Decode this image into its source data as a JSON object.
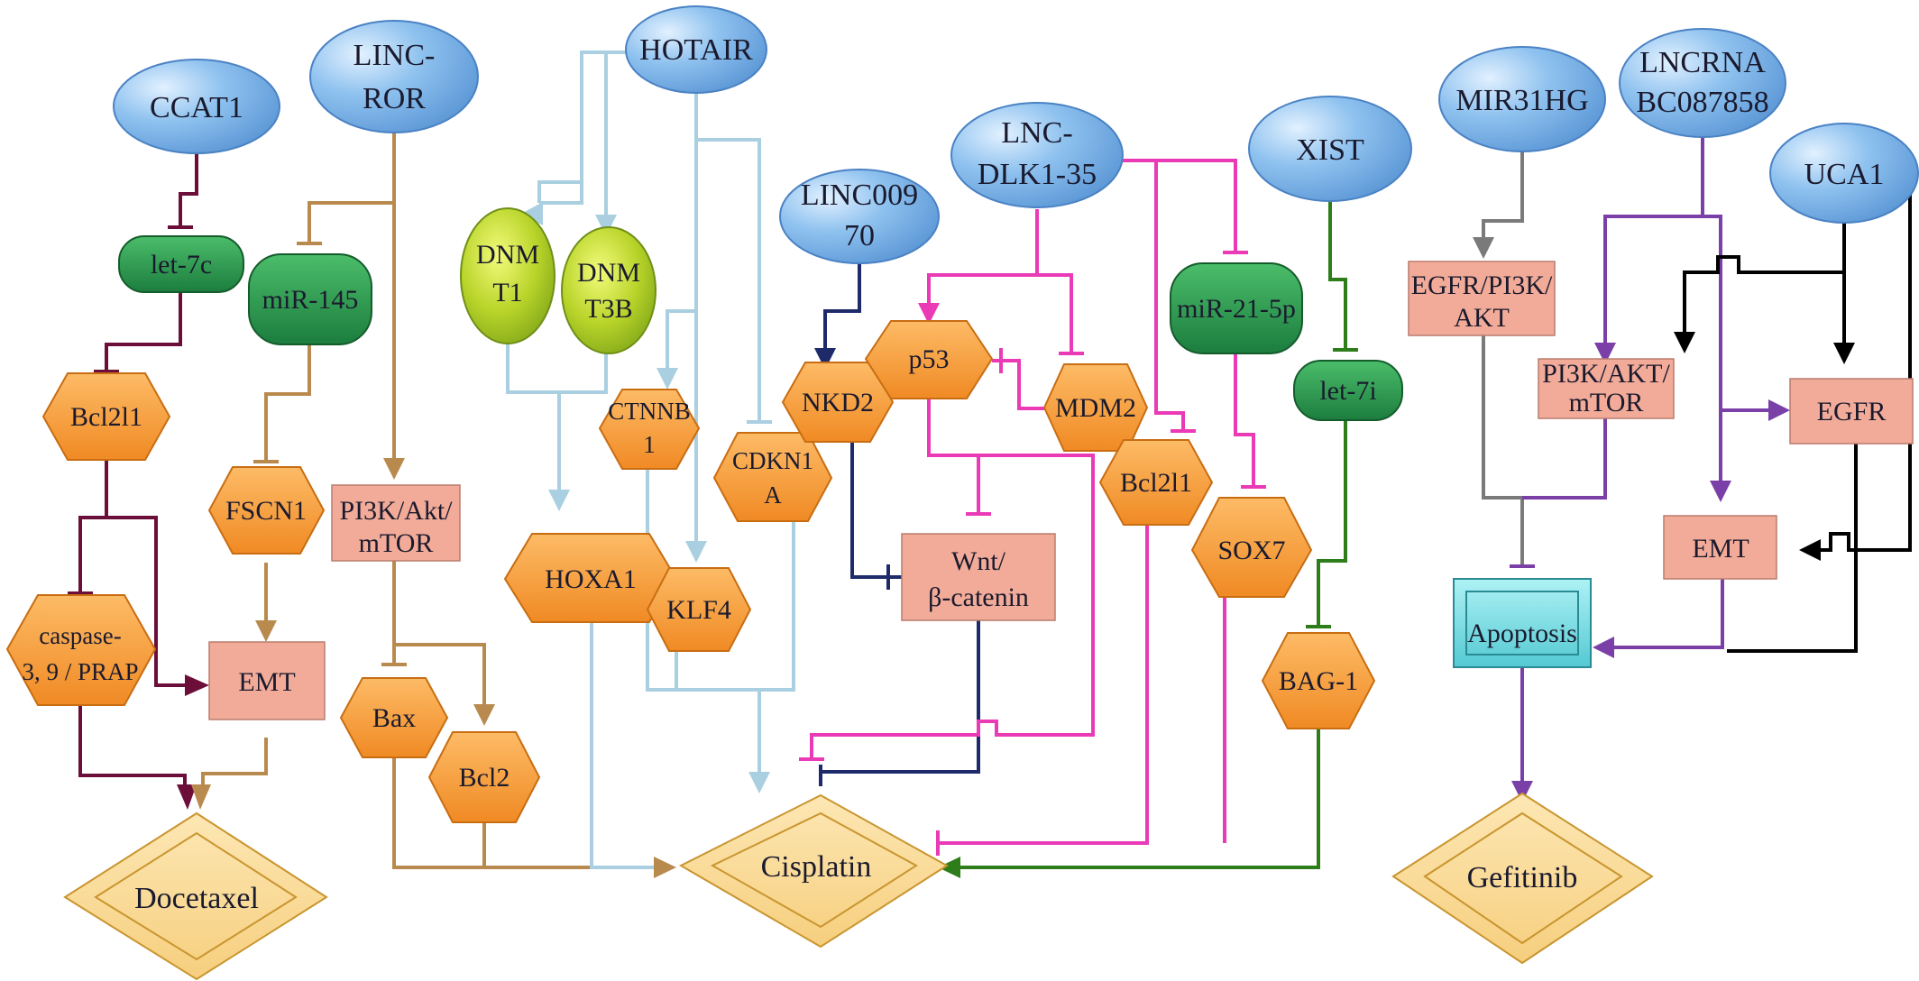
{
  "colors": {
    "ccat1": "#6b0f3a",
    "ror": "#b98a4e",
    "hotair": "#a9cfe0",
    "linc970": "#1f2a6b",
    "dlk": "#ea3ab6",
    "xist": "#2e7d1b",
    "mir31": "#7a7a7a",
    "bc": "#7b3fa8",
    "uca1": "#000000"
  },
  "nodes": {
    "ccat1": {
      "lines": [
        "CCAT1"
      ],
      "shape": "lncrna"
    },
    "linc_ror": {
      "lines": [
        "LINC-",
        "ROR"
      ],
      "shape": "lncrna"
    },
    "hotair": {
      "lines": [
        "HOTAIR"
      ],
      "shape": "lncrna"
    },
    "linc00970": {
      "lines": [
        "LINC009",
        "70"
      ],
      "shape": "lncrna"
    },
    "lnc_dlk1": {
      "lines": [
        "LNC-",
        "DLK1-35"
      ],
      "shape": "lncrna"
    },
    "xist": {
      "lines": [
        "XIST"
      ],
      "shape": "lncrna"
    },
    "mir31hg": {
      "lines": [
        "MIR31HG"
      ],
      "shape": "lncrna"
    },
    "lncrna_bc": {
      "lines": [
        "LNCRNA",
        "BC087858"
      ],
      "shape": "lncrna"
    },
    "uca1": {
      "lines": [
        "UCA1"
      ],
      "shape": "lncrna"
    },
    "let7c": {
      "lines": [
        "let-7c"
      ],
      "shape": "mirna"
    },
    "mir145": {
      "lines": [
        "miR-145"
      ],
      "shape": "mirna"
    },
    "mir21": {
      "lines": [
        "miR-21-5p"
      ],
      "shape": "mirna"
    },
    "let7i": {
      "lines": [
        "let-7i"
      ],
      "shape": "mirna"
    },
    "dnmt1": {
      "lines": [
        "DNM",
        "T1"
      ],
      "shape": "enzyme"
    },
    "dnmt3b": {
      "lines": [
        "DNM",
        "T3B"
      ],
      "shape": "enzyme"
    },
    "bcl2l1_a": {
      "lines": [
        "Bcl2l1"
      ],
      "shape": "gene"
    },
    "fscn1": {
      "lines": [
        "FSCN1"
      ],
      "shape": "gene"
    },
    "caspase": {
      "lines": [
        "caspase-",
        "3, 9 / PRAP"
      ],
      "shape": "gene"
    },
    "bax": {
      "lines": [
        "Bax"
      ],
      "shape": "gene"
    },
    "bcl2": {
      "lines": [
        "Bcl2"
      ],
      "shape": "gene"
    },
    "ctnnb1": {
      "lines": [
        "CTNNB",
        "1"
      ],
      "shape": "gene"
    },
    "hoxa1": {
      "lines": [
        "HOXA1"
      ],
      "shape": "gene"
    },
    "klf4": {
      "lines": [
        "KLF4"
      ],
      "shape": "gene"
    },
    "cdkn1a": {
      "lines": [
        "CDKN1",
        "A"
      ],
      "shape": "gene"
    },
    "nkd2": {
      "lines": [
        "NKD2"
      ],
      "shape": "gene"
    },
    "p53": {
      "lines": [
        "p53"
      ],
      "shape": "gene"
    },
    "mdm2": {
      "lines": [
        "MDM2"
      ],
      "shape": "gene"
    },
    "bcl2l1_b": {
      "lines": [
        "Bcl2l1"
      ],
      "shape": "gene"
    },
    "sox7": {
      "lines": [
        "SOX7"
      ],
      "shape": "gene"
    },
    "bag1": {
      "lines": [
        "BAG-1"
      ],
      "shape": "gene"
    },
    "emt_a": {
      "lines": [
        "EMT"
      ],
      "shape": "process"
    },
    "pi3k_a": {
      "lines": [
        "PI3K/Akt/",
        "mTOR"
      ],
      "shape": "process"
    },
    "wnt": {
      "lines": [
        "Wnt/",
        "β-catenin"
      ],
      "shape": "process"
    },
    "egfr_pi3k": {
      "lines": [
        "EGFR/PI3K/",
        "AKT"
      ],
      "shape": "process"
    },
    "pi3k_b": {
      "lines": [
        "PI3K/AKT/",
        "mTOR"
      ],
      "shape": "process"
    },
    "egfr": {
      "lines": [
        "EGFR"
      ],
      "shape": "process"
    },
    "emt_b": {
      "lines": [
        "EMT"
      ],
      "shape": "process"
    },
    "apoptosis": {
      "lines": [
        "Apoptosis"
      ],
      "shape": "outcome"
    },
    "docetaxel": {
      "lines": [
        "Docetaxel"
      ],
      "shape": "drug"
    },
    "cisplatin": {
      "lines": [
        "Cisplatin"
      ],
      "shape": "drug"
    },
    "gefitinib": {
      "lines": [
        "Gefitinib"
      ],
      "shape": "drug"
    }
  }
}
